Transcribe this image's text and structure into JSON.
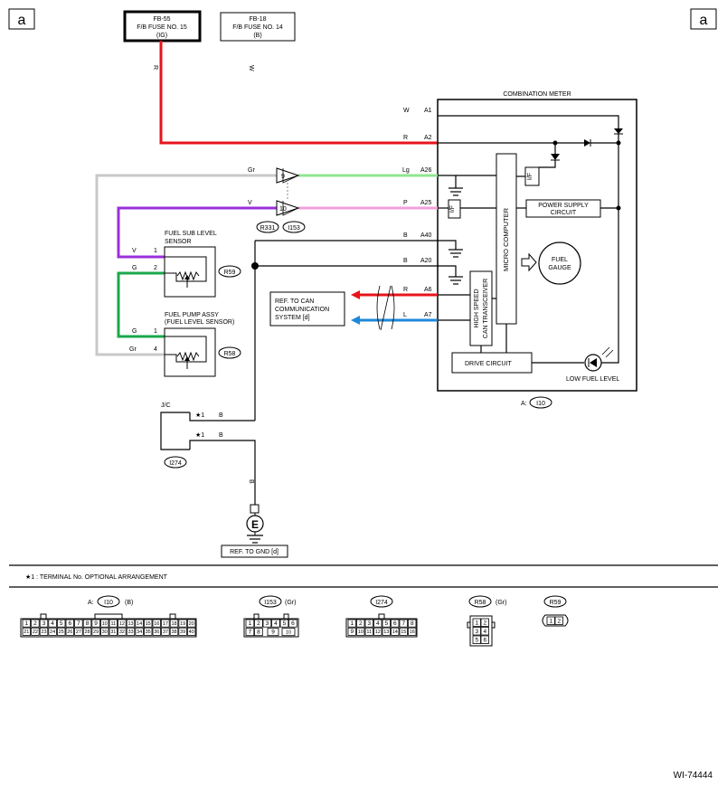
{
  "page_markers": {
    "left": "a",
    "right": "a"
  },
  "fuses": [
    {
      "id": "FB-55",
      "name": "F/B FUSE NO. 15",
      "sub": "(IG)"
    },
    {
      "id": "FB-18",
      "name": "F/B FUSE NO. 14",
      "sub": "(B)"
    }
  ],
  "wire_colors": {
    "fuse15": "R",
    "fuse14": "W"
  },
  "combination_meter": {
    "title": "COMBINATION METER",
    "terminals": [
      {
        "pin": "A1",
        "wire": "W"
      },
      {
        "pin": "A2",
        "wire": "R"
      },
      {
        "pin": "A26",
        "wire": "Lg"
      },
      {
        "pin": "A25",
        "wire": "P"
      },
      {
        "pin": "A40",
        "wire": "B"
      },
      {
        "pin": "A20",
        "wire": "B"
      },
      {
        "pin": "A6",
        "wire": "R"
      },
      {
        "pin": "A7",
        "wire": "L"
      }
    ],
    "micro_computer": "MICRO COMPUTER",
    "power_supply": [
      "POWER SUPPLY",
      "CIRCUIT"
    ],
    "fuel_gauge": [
      "FUEL",
      "GAUGE"
    ],
    "can_transceiver": [
      "HIGH SPEED",
      "CAN TRANSCEIVER"
    ],
    "drive_circuit": "DRIVE CIRCUIT",
    "low_fuel": "LOW FUEL LEVEL",
    "if_label": "I/F",
    "connector_ref": "A:",
    "connector_id": "I10"
  },
  "harness_connectors": {
    "left_wire": "Gr",
    "left_pin": "9",
    "mid_wire": "V",
    "mid_pin": "10",
    "refs": [
      "R331",
      "I153"
    ]
  },
  "fuel_sub_sensor": {
    "label": [
      "FUEL SUB LEVEL",
      "SENSOR"
    ],
    "pins": [
      {
        "wire": "V",
        "pin": "1"
      },
      {
        "wire": "G",
        "pin": "2"
      }
    ],
    "ref": "R59"
  },
  "fuel_pump_assy": {
    "label": [
      "FUEL PUMP ASSY",
      "(FUEL LEVEL SENSOR)"
    ],
    "pins": [
      {
        "wire": "G",
        "pin": "1"
      },
      {
        "wire": "Gr",
        "pin": "4"
      }
    ],
    "ref": "R58"
  },
  "can_ref": [
    "REF. TO CAN",
    "COMMUNICATION",
    "SYSTEM [d]"
  ],
  "jc": {
    "label": "J/C",
    "rows": [
      {
        "mark": "★1",
        "wire": "B"
      },
      {
        "mark": "★1",
        "wire": "B"
      }
    ],
    "ref": "I274",
    "down_wire": "B"
  },
  "ground": {
    "symbol": "E",
    "ref": "REF. TO GND [d]"
  },
  "note": "★1  : TERMINAL No. OPTIONAL ARRANGEMENT",
  "connector_views": {
    "i10": {
      "prefix": "A:",
      "id": "I10",
      "color": "(B)",
      "row1": [
        "1",
        "2",
        "3",
        "4",
        "5",
        "6",
        "7",
        "8",
        "9",
        "10",
        "11",
        "12",
        "13",
        "14",
        "15",
        "16",
        "17",
        "18",
        "19",
        "20"
      ],
      "row2": [
        "21",
        "22",
        "23",
        "24",
        "25",
        "26",
        "27",
        "28",
        "29",
        "30",
        "31",
        "32",
        "33",
        "34",
        "35",
        "36",
        "37",
        "38",
        "39",
        "40"
      ]
    },
    "i153": {
      "id": "I153",
      "color": "(Gr)",
      "row1": [
        "1",
        "2",
        "3",
        "4",
        "5",
        "6"
      ],
      "row2": [
        "7",
        "8",
        "9",
        "10"
      ]
    },
    "i274": {
      "id": "I274",
      "row1": [
        "1",
        "2",
        "3",
        "4",
        "5",
        "6",
        "7",
        "8"
      ],
      "row2": [
        "9",
        "10",
        "11",
        "12",
        "13",
        "14",
        "15",
        "16"
      ]
    },
    "r58": {
      "id": "R58",
      "color": "(Gr)",
      "pins": [
        "1",
        "2",
        "3",
        "4",
        "5",
        "6"
      ]
    },
    "r59": {
      "id": "R59",
      "pins": [
        "1",
        "2"
      ]
    }
  },
  "figure_id": "WI-74444",
  "colors": {
    "red": "#e8141b",
    "green": "#8fe68f",
    "violet": "#9b30d9",
    "pink": "#f0a0dc",
    "grey": "#c8c8c8",
    "dark_green": "#1aa84a",
    "blue": "#1e88d8",
    "black": "#000000"
  }
}
